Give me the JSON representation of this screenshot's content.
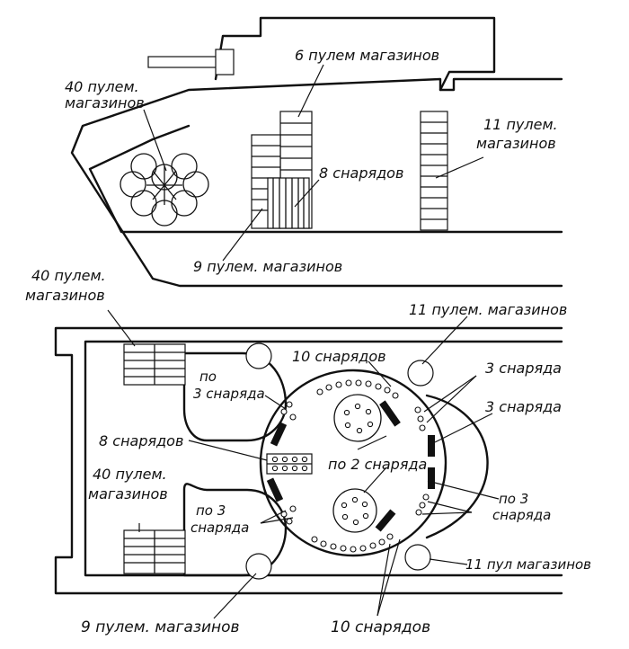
{
  "side_view": {
    "labels": {
      "mg_40_line1": "40 пулем.",
      "mg_40_line2": "магазинов",
      "mg_6": "6 пулем магазинов",
      "shells_8": "8 снарядов",
      "mg_11_line1": "11 пулем.",
      "mg_11_line2": "магазинов",
      "mg_9": "9 пулем. магазинов"
    }
  },
  "top_view": {
    "labels": {
      "mg_40_top_line1": "40 пулем.",
      "mg_40_top_line2": "магазинов",
      "mg_11_top": "11 пулем. магазинов",
      "shells_10_top": "10 снарядов",
      "po3_line1": "по",
      "po3_line2": "3 снаряда",
      "shells_3_a": "3 снаряда",
      "shells_3_b": "3 снаряда",
      "shells_8_top": "8 снарядов",
      "po2": "по 2 снаряда",
      "po3_right_line1": "по 3",
      "po3_right_line2": "снаряда",
      "mg_40_bottom_line1": "40 пулем.",
      "mg_40_bottom_line2": "магазинов",
      "po3_left_line1": "по 3",
      "po3_left_line2": "снаряда",
      "mg_11_bottom": "11 пул магазинов",
      "mg_9_bottom": "9 пулем. магазинов",
      "shells_10_bottom": "10 снарядов"
    }
  }
}
